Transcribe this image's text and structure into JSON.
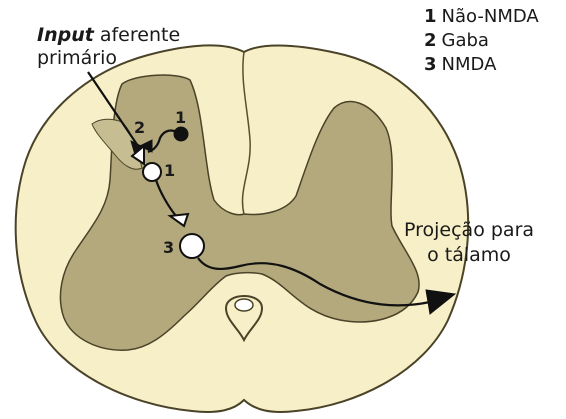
{
  "legend": {
    "items": [
      {
        "number": "1",
        "label": "Não-NMDA"
      },
      {
        "number": "2",
        "label": "Gaba"
      },
      {
        "number": "3",
        "label": "NMDA"
      }
    ]
  },
  "labels": {
    "input_word": "Input",
    "input_rest": " aferente",
    "input_line2": "primário",
    "projection_line1": "Projeção para",
    "projection_line2": "o tálamo"
  },
  "numbers": {
    "n1_top": "1",
    "n2": "2",
    "n1_mid": "1",
    "n3": "3"
  },
  "colors": {
    "white_matter": "#f6efc7",
    "gray_matter": "#b3a97d",
    "outline": "#4a4328",
    "stroke": "#111111"
  }
}
